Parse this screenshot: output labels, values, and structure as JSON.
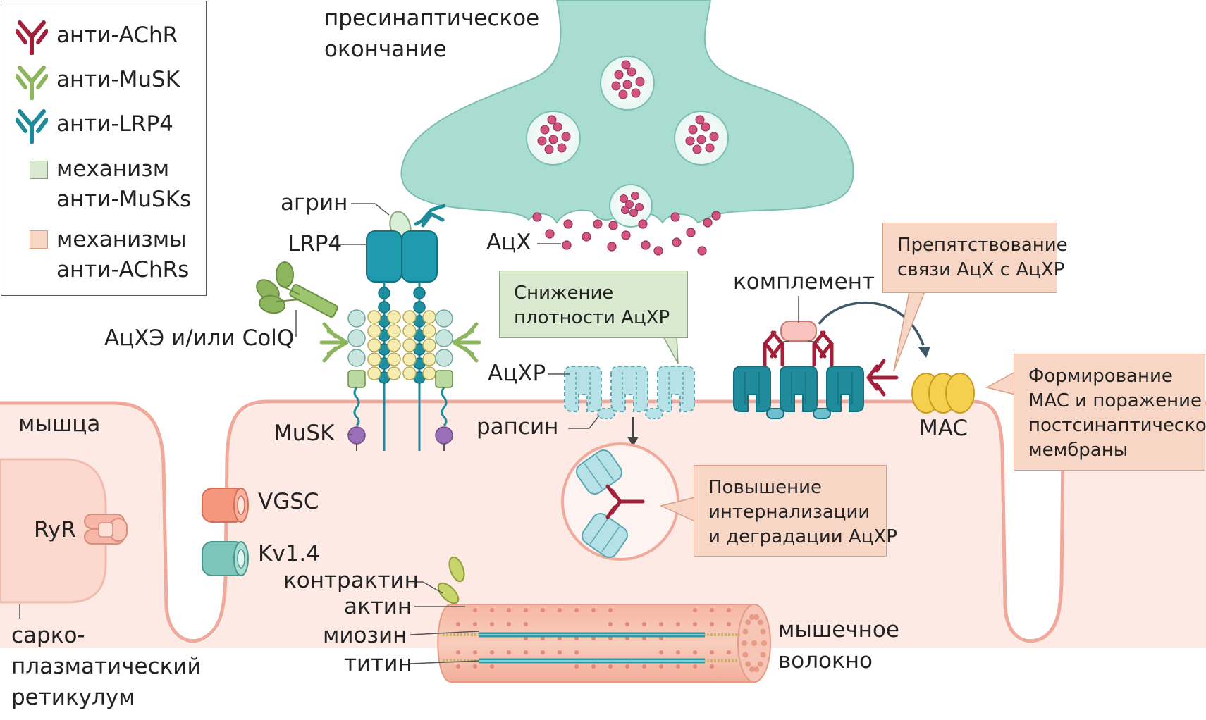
{
  "legend": {
    "items": [
      {
        "icon": "antibody-red-icon",
        "color": "#a3203a",
        "label": "анти-AChR"
      },
      {
        "icon": "antibody-green-icon",
        "color": "#8db55e",
        "label": "анти-MuSK"
      },
      {
        "icon": "antibody-teal-icon",
        "color": "#1e8a9c",
        "label": "анти-LRP4"
      }
    ],
    "mechanisms": [
      {
        "icon": "green-square-icon",
        "color": "#d9ead1",
        "line1": "механизм",
        "line2": "анти-MuSKs"
      },
      {
        "icon": "pink-square-icon",
        "color": "#f8d6c6",
        "line1": "механизмы",
        "line2": "анти-AChRs"
      }
    ]
  },
  "labels": {
    "presynaptic_1": "пресинаптическое",
    "presynaptic_2": "окончание",
    "agrin": "агрин",
    "lrp4": "LRP4",
    "ache_colq": "АцХЭ и/или ColQ",
    "musk": "MuSK",
    "ach": "АцХ",
    "achr": "АцХР",
    "rapsyn": "рапсин",
    "complement": "комплемент",
    "mac": "MAC",
    "muscle": "мышца",
    "ryr": "RyR",
    "vgsc": "VGSC",
    "kv14": "Kv1.4",
    "contractin": "контрактин",
    "actin": "актин",
    "myosin": "миозин",
    "titin": "титин",
    "fiber_1": "мышечное",
    "fiber_2": "волокно",
    "sr_1": "сарко-",
    "sr_2": "плазматический",
    "sr_3": "ретикулум"
  },
  "callouts": {
    "density": {
      "line1": "Снижение",
      "line2": "плотности АцХР"
    },
    "blocking": {
      "line1": "Препятствование",
      "line2": "связи АцХ с АцХР"
    },
    "mac": {
      "line1": "Формирование",
      "line2": "MAC и поражение",
      "line3": "постсинаптической",
      "line4": "мембраны"
    },
    "internalization": {
      "line1": "Повышение",
      "line2": "интернализации",
      "line3": "и деградации АцХР"
    }
  },
  "colors": {
    "terminal": "#a9ddd2",
    "muscle": "#fde8e2",
    "membrane": "#f0a99b",
    "vesicle_dot": "#d2537f",
    "achr": "#1f8b9b",
    "antibody_red": "#a3203a",
    "antibody_green": "#8db55e",
    "mac": "#f2c94c"
  }
}
